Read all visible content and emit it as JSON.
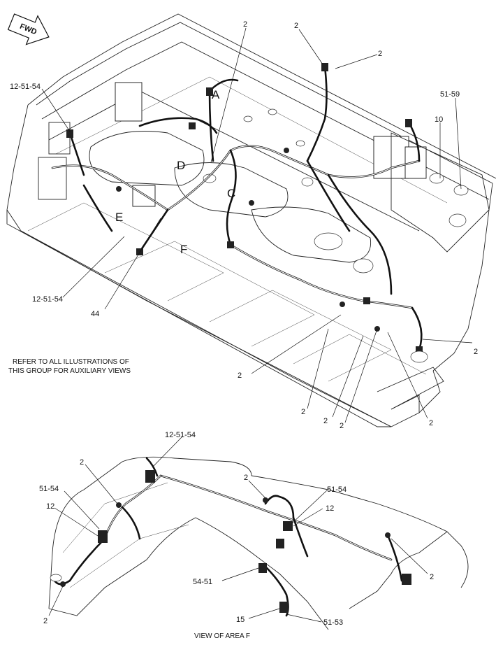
{
  "fwd_label": "FWD",
  "note_lines": [
    "REFER TO ALL ILLUSTRATIONS OF",
    "THIS GROUP FOR AUXILIARY VIEWS"
  ],
  "detail_caption": "VIEW OF AREA F",
  "area_labels": {
    "a": "A",
    "c": "C",
    "d": "D",
    "e": "E",
    "f": "F"
  },
  "main_callouts": {
    "c1": "2",
    "c2": "2",
    "c3": "2",
    "c4": "12-51-54",
    "c5": "51-59",
    "c6": "10",
    "c7": "12-51-54",
    "c8": "44",
    "c9": "2",
    "c10": "2",
    "c11": "2",
    "c12": "2",
    "c13": "2",
    "c14": "2"
  },
  "detail_callouts": {
    "d1": "12-51-54",
    "d2": "2",
    "d3": "51-54",
    "d4": "12",
    "d5": "2",
    "d6": "51-54",
    "d7": "12",
    "d8": "2",
    "d9": "54-51",
    "d10": "15",
    "d11": "51-53",
    "d12": "2"
  }
}
